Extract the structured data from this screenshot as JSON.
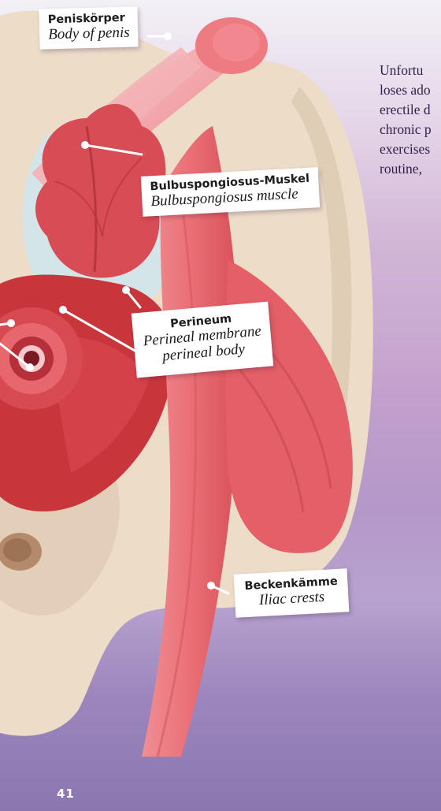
{
  "page_number": "41",
  "body_text": [
    "Unfortu",
    "loses ado",
    "erectile d",
    "chronic p",
    "exercises",
    "routine,"
  ],
  "labels": {
    "body_of_penis": {
      "de": "Peniskörper",
      "en": "Body of penis"
    },
    "bulbospongiosus": {
      "de": "Bulbuspongiosus-Muskel",
      "en": "Bulbuspongiosus muscle"
    },
    "perineum": {
      "de": "Perineum",
      "en_line1": "Perineal membrane",
      "en_line2": "perineal body"
    },
    "iliac_crests": {
      "de": "Beckenkämme",
      "en": "Iliac crests"
    }
  },
  "colors": {
    "muscle_light": "#ee7a82",
    "muscle_mid": "#e0595f",
    "muscle_dark": "#c8363c",
    "bone": "#ecdcc8",
    "label_bg": "#ffffff"
  }
}
